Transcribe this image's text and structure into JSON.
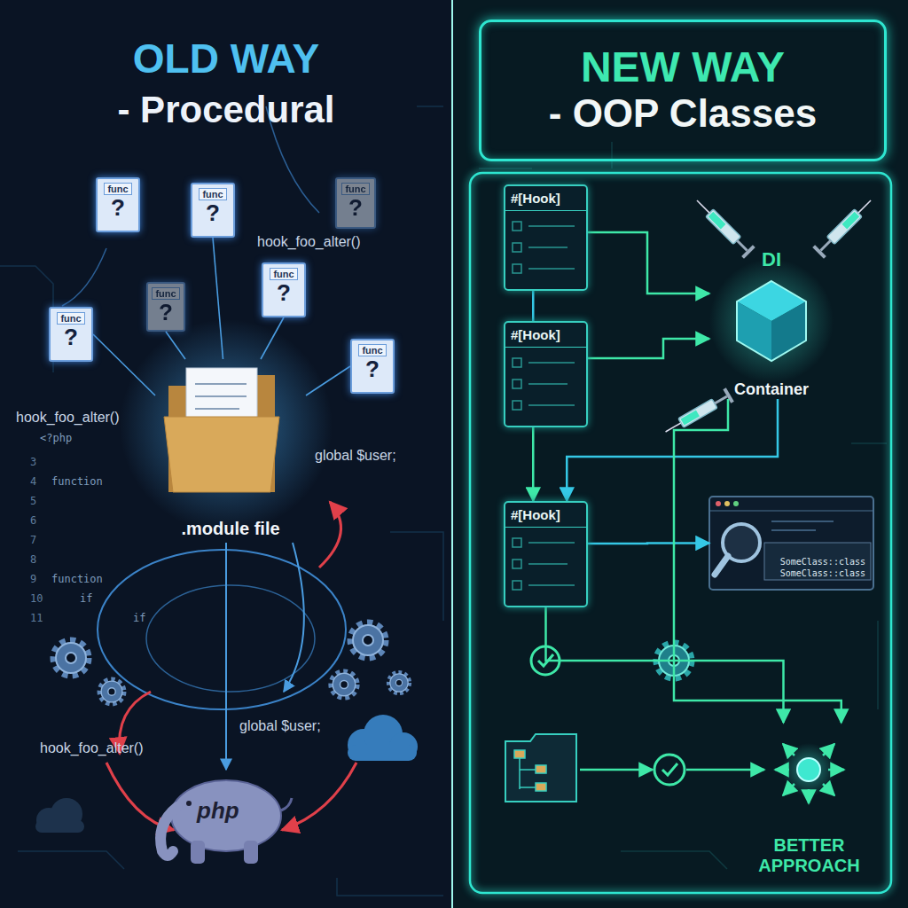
{
  "diagram": {
    "nodes": [
      {
        "text": [
          "func",
          "?"
        ]
      },
      {
        "text": [
          "func",
          "?"
        ]
      },
      {
        "text": [
          "func",
          "?"
        ]
      },
      {
        "text": [
          "func",
          "?"
        ]
      },
      {
        "text": [
          "func",
          "?"
        ]
      },
      {
        "text": [
          "func",
          "?"
        ]
      },
      {
        "text": [
          "func",
          "?"
        ]
      },
      {
        "text": [
          ".module file"
        ]
      },
      {
        "text": [
          "NEW WAY",
          "- OOP Classes"
        ]
      },
      {
        "text": [
          "#[Hook]"
        ]
      },
      {
        "text": [
          "#[Hook]"
        ]
      },
      {
        "text": [
          "DI",
          "Container"
        ]
      },
      {
        "text": [
          "#[Hook]"
        ]
      },
      {
        "text": [
          "SomeClass::class",
          "SomeClass::class"
        ]
      },
      {
        "text": [
          "BETTER APPROACH"
        ]
      }
    ],
    "edges": [
      {
        "from": 7,
        "to": 1,
        "arrow": "none"
      },
      {
        "from": 7,
        "to": 3,
        "arrow": "none"
      },
      {
        "from": 7,
        "to": 4,
        "arrow": "none"
      },
      {
        "from": 7,
        "to": 5,
        "arrow": "none"
      },
      {
        "from": 7,
        "to": 6,
        "arrow": "none"
      },
      {
        "from": 9,
        "to": 11,
        "arrow": "to"
      },
      {
        "from": 10,
        "to": 11,
        "arrow": "to"
      },
      {
        "from": 9,
        "to": 10,
        "arrow": "none"
      },
      {
        "from": 10,
        "to": 12,
        "arrow": "to"
      },
      {
        "from": 11,
        "to": 12,
        "arrow": "to"
      },
      {
        "from": 12,
        "to": 13,
        "arrow": "to"
      },
      {
        "from": 11,
        "to": 14,
        "arrow": "to"
      },
      {
        "from": 12,
        "to": 14,
        "arrow": "to"
      }
    ],
    "labels": [
      "OLD WAY",
      "- Procedural",
      "hook_foo_alter()",
      "hook_foo_alter()",
      "global $user;",
      "<?php",
      "3",
      "4",
      "function",
      "5",
      "6",
      "7",
      "8",
      "9",
      "function",
      "10",
      "if",
      "11",
      "if",
      "global $user;",
      "hook_foo_alter()",
      "php"
    ]
  }
}
